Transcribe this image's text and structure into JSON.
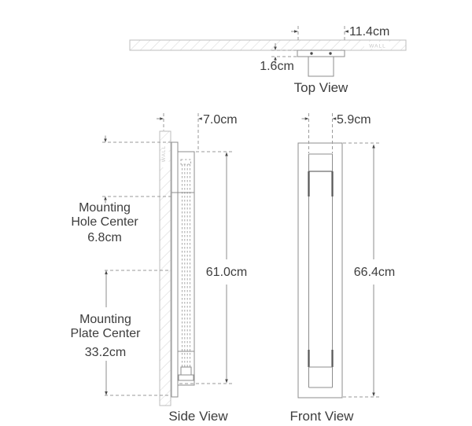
{
  "diagram": {
    "type": "product-dimension-drawing",
    "views": {
      "top": {
        "label": "Top View",
        "wall_label": "WALL",
        "width_dim": "11.4cm",
        "thickness_dim": "1.6cm"
      },
      "side": {
        "label": "Side View",
        "wall_label": "WALL",
        "depth_dim": "7.0cm",
        "height_dim": "61.0cm",
        "hole_center": {
          "lines": [
            "Mounting",
            "Hole Center",
            "6.8cm"
          ]
        },
        "plate_center": {
          "lines": [
            "Mounting",
            "Plate Center",
            "33.2cm"
          ]
        }
      },
      "front": {
        "label": "Front View",
        "width_dim": "5.9cm",
        "height_dim": "66.4cm"
      }
    },
    "colors": {
      "background": "#ffffff",
      "outline": "#8c8c8c",
      "dark_detail": "#555555",
      "text": "#3d3d3d",
      "hatch": "#d4d4d4",
      "wall_text": "#c6c6c6",
      "dashed_line": "#9a9a9a"
    }
  }
}
